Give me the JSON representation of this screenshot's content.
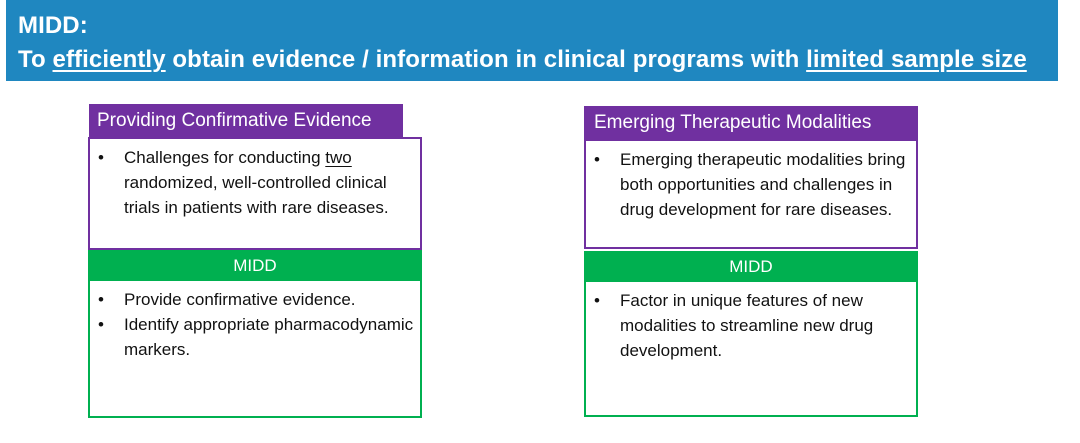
{
  "header": {
    "line1": "MIDD:",
    "line2_pre": "To ",
    "line2_u1": "efficiently",
    "line2_mid": " obtain evidence / information in clinical programs with ",
    "line2_u2": "limited sample size"
  },
  "left": {
    "title": "Providing Confirmative Evidence",
    "challenge_pre": "Challenges for conducting ",
    "challenge_u": "two",
    "challenge_post": " randomized, well-controlled clinical trials in patients with rare diseases.",
    "midd_label": "MIDD",
    "midd_items": [
      "Provide confirmative evidence.",
      "Identify appropriate pharmacodynamic markers."
    ]
  },
  "right": {
    "title": "Emerging Therapeutic Modalities",
    "challenge": "Emerging therapeutic modalities bring both opportunities and challenges in drug development for rare diseases.",
    "midd_label": "MIDD",
    "midd_items": [
      "Factor in unique features of new modalities to streamline new drug development."
    ]
  },
  "colors": {
    "header_bg": "#1f87c0",
    "purple": "#7030a0",
    "green": "#00b050"
  }
}
